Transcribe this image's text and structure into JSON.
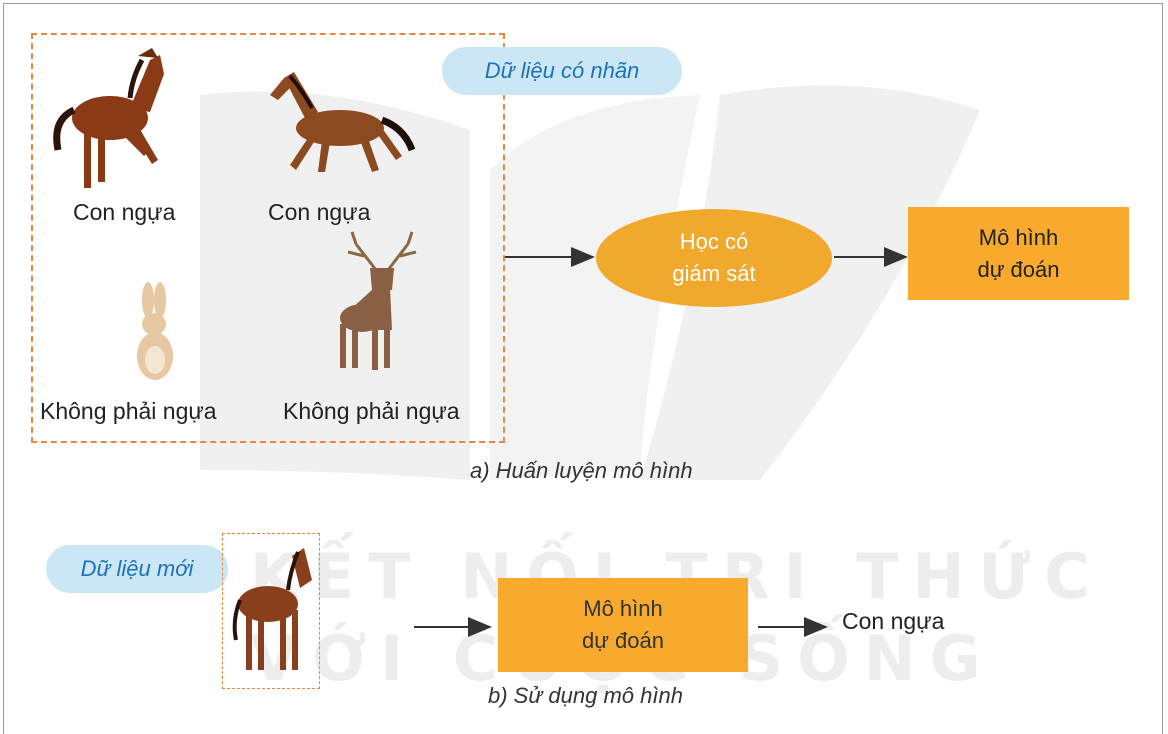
{
  "watermark": {
    "line1": "KẾT NỐI TRI THỨC",
    "line2": "VỚI CUỘC SỐNG"
  },
  "training": {
    "labeled_data_tag": "Dữ liệu có nhãn",
    "samples": [
      {
        "label": "Con ngựa",
        "icon": "horse-icon"
      },
      {
        "label": "Con ngựa",
        "icon": "horse-icon"
      },
      {
        "label": "Không phải ngựa",
        "icon": "rabbit-icon"
      },
      {
        "label": "Không phải ngựa",
        "icon": "deer-icon"
      }
    ],
    "process": {
      "line1": "Học có",
      "line2": "giám sát"
    },
    "model": {
      "line1": "Mô hình",
      "line2": "dự đoán"
    },
    "caption": "a) Huấn luyện mô hình"
  },
  "usage": {
    "new_data_tag": "Dữ liệu mới",
    "model": {
      "line1": "Mô hình",
      "line2": "dự đoán"
    },
    "result": "Con ngựa",
    "caption": "b) Sử dụng mô hình"
  },
  "colors": {
    "dashed_border": "#e8873a",
    "ellipse": "#f1a92d",
    "model_box": "#f7aa2e",
    "tag_bg": "#cbe7f6",
    "tag_text": "#1e73b8",
    "arrow": "#333333"
  }
}
